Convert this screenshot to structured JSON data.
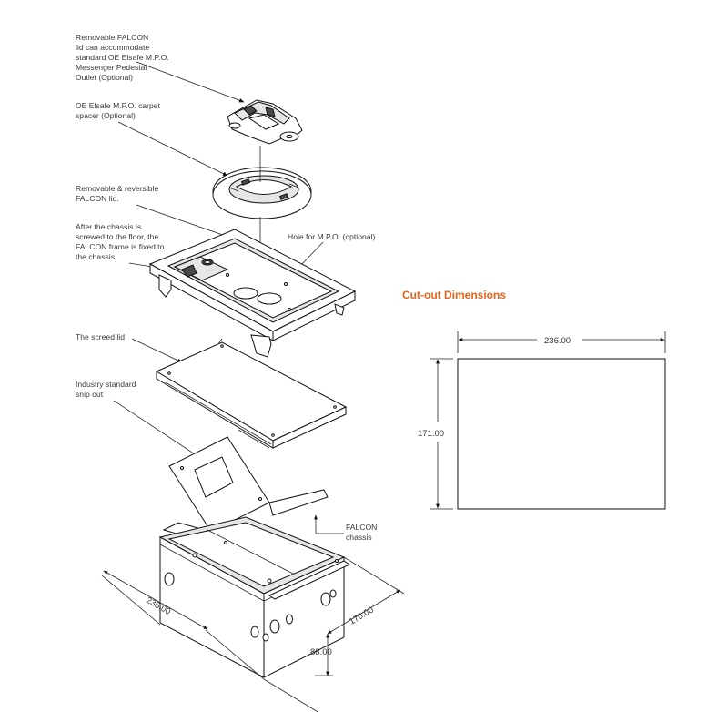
{
  "labels": {
    "lid_outlet": [
      "Removable FALCON",
      "lid can accommodate",
      "standard OE Elsafe M.P.O.",
      "Messenger Pedestal",
      "Outlet (Optional)"
    ],
    "carpet_spacer": [
      "OE Elsafe M.P.O. carpet",
      "spacer (Optional)"
    ],
    "reversible_lid": [
      "Removable & reversible",
      "FALCON lid."
    ],
    "frame_fixed": [
      "After the chassis is",
      "screwed to the floor, the",
      "FALCON frame is fixed to",
      "the chassis."
    ],
    "hole_mpo": "Hole for M.P.O. (optional)",
    "screed_lid": "The screed lid",
    "snip_out": [
      "Industry standard",
      "snip out"
    ],
    "chassis": [
      "FALCON",
      "chassis"
    ]
  },
  "dimensions": {
    "length": "235.00",
    "width": "170.00",
    "height": "88.00"
  },
  "cutout": {
    "title": "Cut-out Dimensions",
    "width": "236.00",
    "height": "171.00"
  },
  "colors": {
    "title_accent": "#e8641e",
    "line": "#111111",
    "text": "#3a3a3a"
  }
}
